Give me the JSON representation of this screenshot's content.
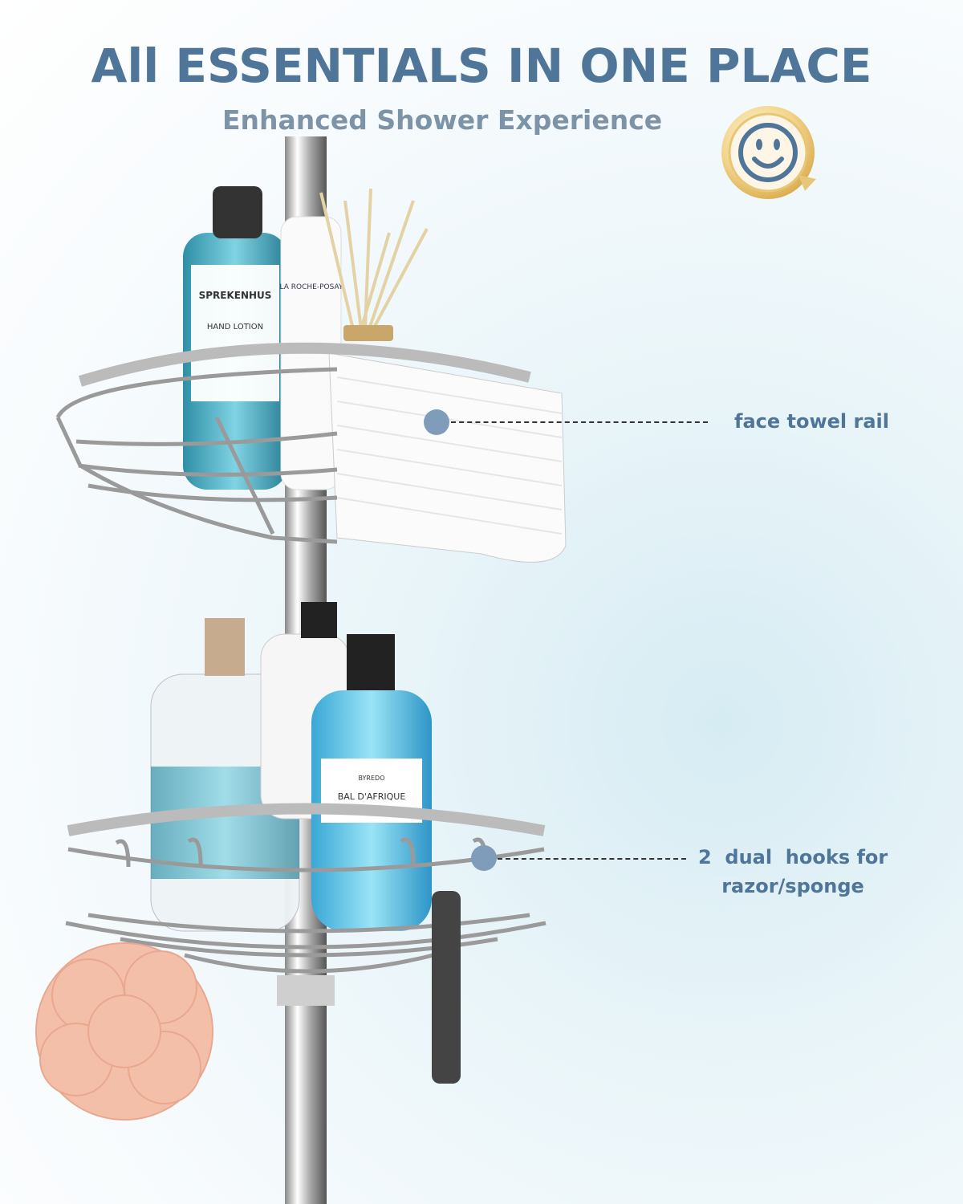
{
  "header": {
    "title": "All ESSENTIALS IN ONE PLACE",
    "subtitle": "Enhanced Shower Experience"
  },
  "badge": {
    "icon": "smiley-icon"
  },
  "callouts": [
    {
      "label": "face towel rail"
    },
    {
      "label_line1": "2  dual  hooks for",
      "label_line2": "razor/sponge"
    }
  ],
  "product_labels": {
    "bottle1_brand": "SPREKENHUS",
    "bottle1_product": "HAND LOTION",
    "bottle2_brand": "LA ROCHE-POSAY",
    "bottle3_brand": "BYREDO",
    "bottle3_product": "BAL D'AFRIQUE"
  },
  "colors": {
    "accent": "#4f7599",
    "subtitle": "#7d93a8",
    "dot": "#7f9dba"
  }
}
